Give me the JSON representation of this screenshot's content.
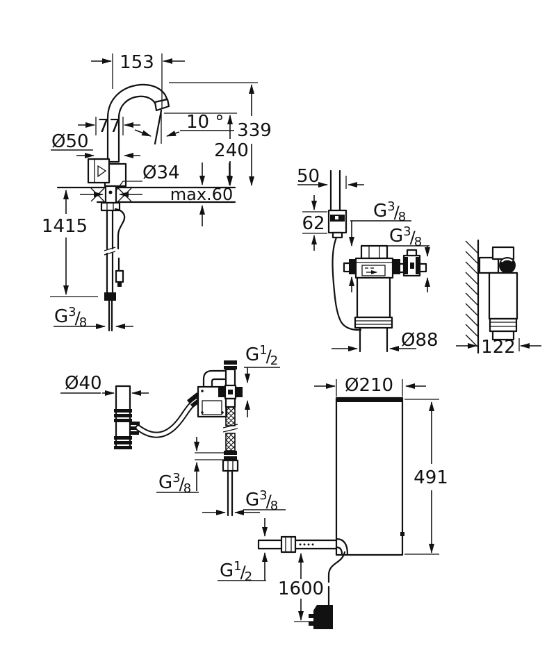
{
  "drawing": {
    "background": "#ffffff",
    "line_color": "#111111"
  },
  "threads": {
    "g38": {
      "base": "G",
      "num": "3",
      "slash": "/",
      "den": "8"
    },
    "g12": {
      "base": "G",
      "num": "1",
      "slash": "/",
      "den": "2"
    }
  },
  "faucet": {
    "spout_width": "153",
    "spout_offset": "77",
    "body_diameter": "Ø50",
    "spout_angle": "10 °",
    "total_height": "339",
    "outlet_height": "240",
    "hole_diameter": "Ø34",
    "max_deck_thickness": "max.60",
    "hose_length": "1415"
  },
  "filter": {
    "head_width": "50",
    "head_height": "62",
    "cartridge_diameter": "Ø88",
    "wall_clearance": "122"
  },
  "connection": {
    "drain_diameter": "Ø40"
  },
  "boiler": {
    "diameter": "Ø210",
    "height": "491",
    "cord_length": "1600"
  }
}
